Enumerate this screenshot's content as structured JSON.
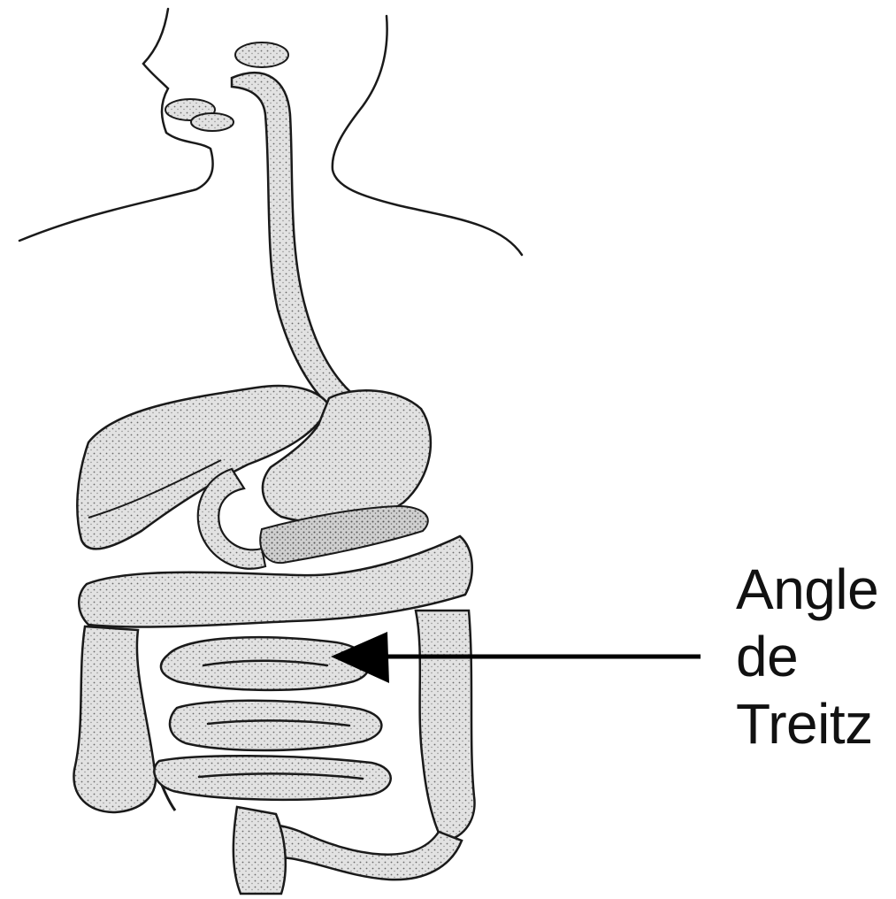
{
  "annotation": {
    "lines": [
      "Angle",
      "de",
      "Treitz"
    ]
  },
  "colors": {
    "ink": "#1a1a1a",
    "organ_shade": "#d8d8d8",
    "background": "#ffffff"
  }
}
